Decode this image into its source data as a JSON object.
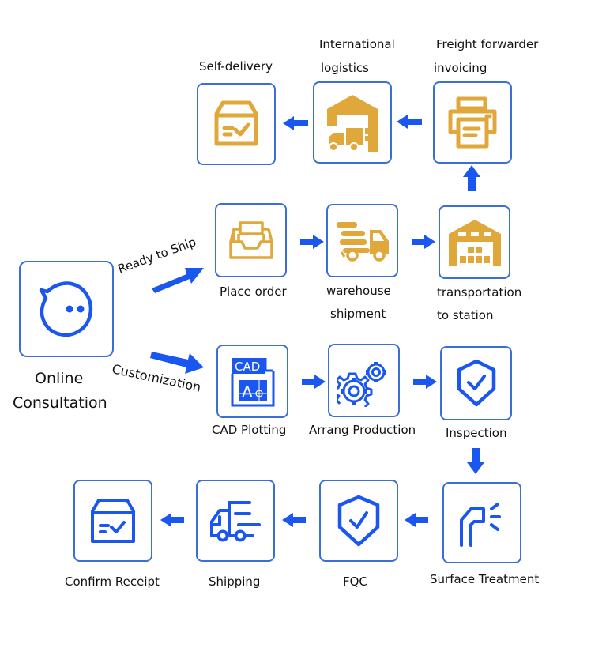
{
  "title": "Order process flow",
  "colors": {
    "box_border": "#3a6fd8",
    "arrow": "#1a56f0",
    "gold": "#e0a83a",
    "blue_icon": "#1a56f0",
    "text": "#111111"
  },
  "start": {
    "label_line1": "Online",
    "label_line2": "Consultation",
    "icon": "chat-bubble-icon"
  },
  "branches": {
    "ready_to_ship": "Ready to Ship",
    "customization": "Customization"
  },
  "ready_to_ship_path": {
    "row2": [
      {
        "id": "place-order",
        "label": [
          "Place order"
        ],
        "icon": "inbox-tray-icon"
      },
      {
        "id": "warehouse-shipment",
        "label": [
          "warehouse",
          "shipment"
        ],
        "icon": "delivery-truck-icon"
      },
      {
        "id": "transportation-to-station",
        "label": [
          "transportation",
          "to station"
        ],
        "icon": "warehouse-boxes-icon"
      }
    ],
    "row1": [
      {
        "id": "self-delivery",
        "label": [
          "Self-delivery"
        ],
        "icon": "box-check-icon"
      },
      {
        "id": "international-logistics",
        "label": [
          "International",
          "logistics"
        ],
        "icon": "warehouse-truck-icon"
      },
      {
        "id": "freight-forwarder-invoicing",
        "label": [
          "Freight forwarder",
          "invoicing"
        ],
        "icon": "printer-icon"
      }
    ]
  },
  "customization_path": {
    "row3": [
      {
        "id": "cad-plotting",
        "label": [
          "CAD Plotting"
        ],
        "icon": "cad-file-icon",
        "icon_text_top": "CAD",
        "icon_text_bottom": "A"
      },
      {
        "id": "arrang-production",
        "label": [
          "Arrang Production"
        ],
        "icon": "gears-icon"
      },
      {
        "id": "inspection",
        "label": [
          "Inspection"
        ],
        "icon": "shield-check-icon"
      }
    ],
    "row4": [
      {
        "id": "confirm-receipt",
        "label": [
          "Confirm Receipt"
        ],
        "icon": "box-check-icon"
      },
      {
        "id": "shipping",
        "label": [
          "Shipping"
        ],
        "icon": "fast-truck-icon"
      },
      {
        "id": "fqc",
        "label": [
          "FQC"
        ],
        "icon": "shield-check-icon"
      },
      {
        "id": "surface-treatment",
        "label": [
          "Surface Treatment"
        ],
        "icon": "spray-nozzle-icon"
      }
    ]
  }
}
